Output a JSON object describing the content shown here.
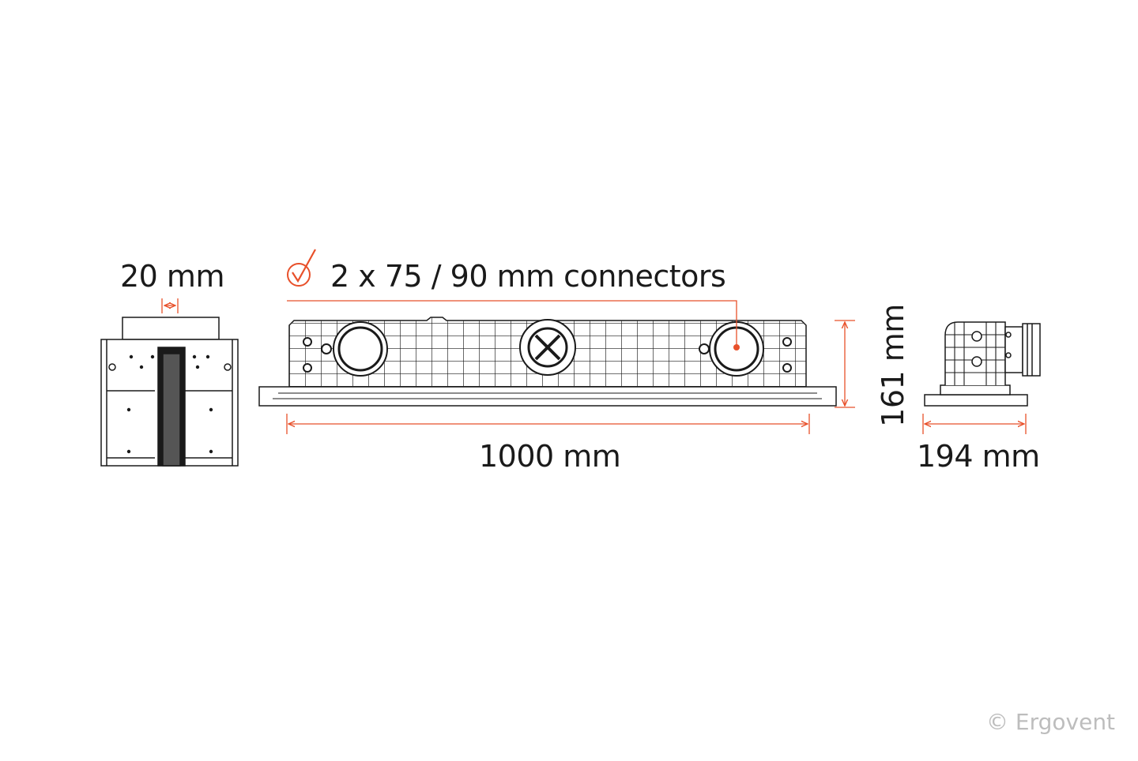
{
  "colors": {
    "accent": "#e8502a",
    "line": "#1a1a1a",
    "copyright": "#bdbdbd"
  },
  "icons": {
    "connector_callout": "check-circle-icon"
  },
  "labels": {
    "slot_width": "20 mm",
    "connectors": "2 x 75 / 90 mm connectors",
    "length": "1000 mm",
    "height": "161 mm",
    "width": "194 mm"
  },
  "footer": {
    "copyright": "© Ergovent"
  }
}
